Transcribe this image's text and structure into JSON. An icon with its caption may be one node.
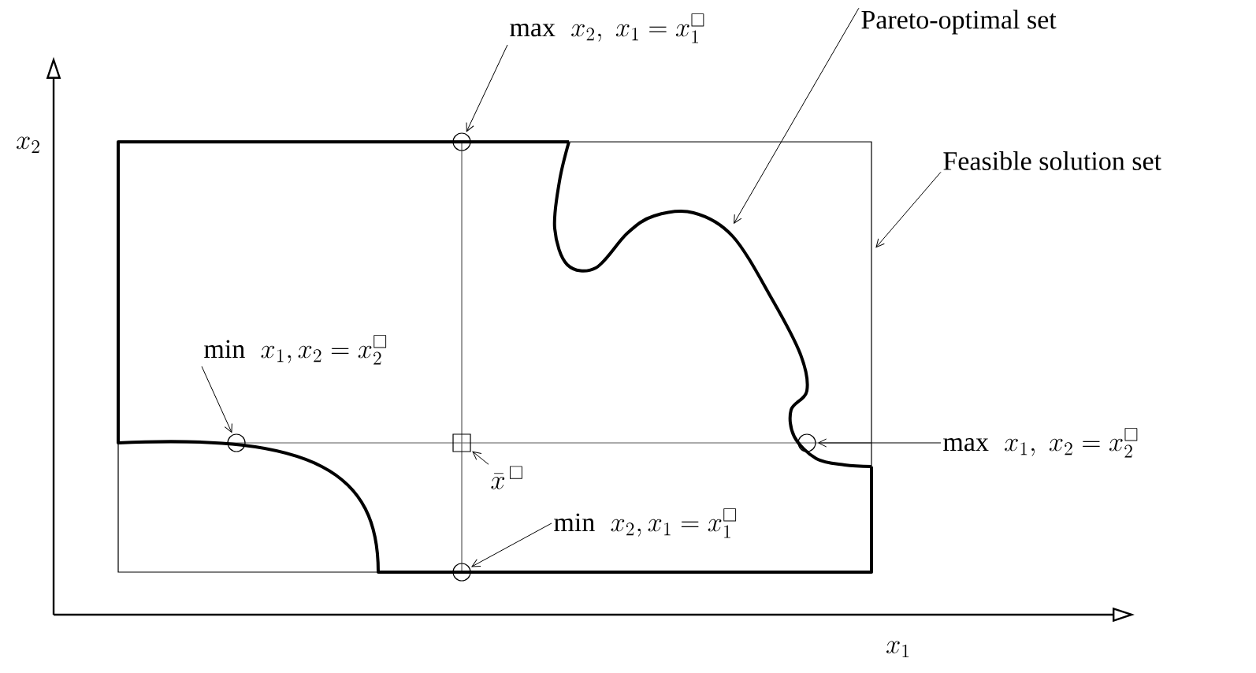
{
  "diagram": {
    "nodes": [
      {
        "text": [
          "\\mathrm{max}\\;\\; x_2,\\; x_1 = x_1^{\\square}"
        ]
      },
      {
        "text": [],
        "shape": "circle"
      },
      {
        "text": [
          "Pareto-optimal set"
        ]
      },
      {
        "text": [
          "Feasible solution set"
        ]
      },
      {
        "text": [
          "\\mathrm{min}\\;\\; x_1, x_2 = x_2^{\\square}"
        ]
      },
      {
        "text": [],
        "shape": "circle"
      },
      {
        "text": [],
        "shape": "box"
      },
      {
        "text": [
          "\\bar{x}^{\\,\\square}"
        ]
      },
      {
        "text": [
          "\\mathrm{min}\\;\\; x_2, x_1 = x_1^{\\square}"
        ]
      },
      {
        "text": [],
        "shape": "circle"
      },
      {
        "text": [
          "\\mathrm{max}\\;\\; x_1,\\; x_2 = x_2^{\\square}"
        ]
      },
      {
        "text": [],
        "shape": "circle"
      }
    ],
    "edges": [
      {
        "from": 0,
        "to": 1,
        "arrow": "to"
      },
      {
        "from": 2,
        "to": null,
        "arrow": "to"
      },
      {
        "from": 3,
        "to": null,
        "arrow": "to"
      },
      {
        "from": 4,
        "to": 5,
        "arrow": "to"
      },
      {
        "from": 7,
        "to": 6,
        "arrow": "to"
      },
      {
        "from": 8,
        "to": 9,
        "arrow": "to"
      },
      {
        "from": 10,
        "to": 11,
        "arrow": "to"
      }
    ],
    "labels": [
      "x_2",
      "x_1"
    ]
  }
}
